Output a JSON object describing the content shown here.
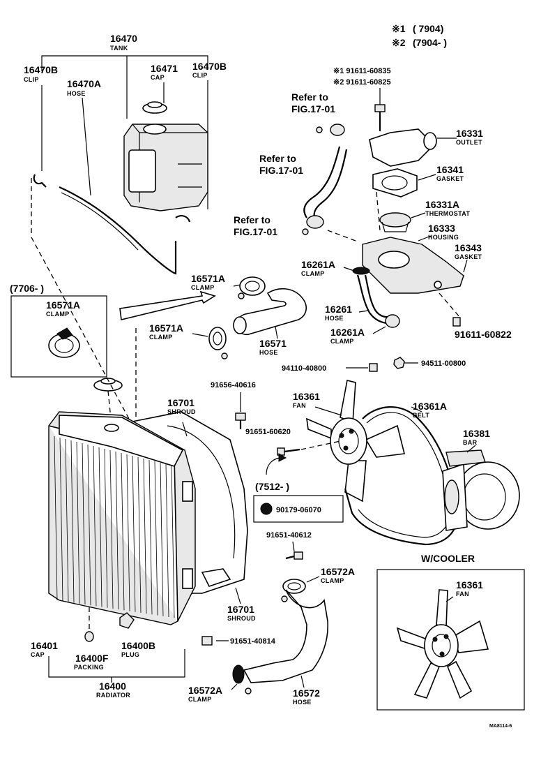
{
  "variants": {
    "v1_mark": "※1",
    "v1_range": "(          7904)",
    "v2_mark": "※2",
    "v2_range": "(7904-          )"
  },
  "bolt_notes": {
    "line1": "※1 91611-60835",
    "line2": "※2 91611-60825"
  },
  "parts": {
    "tank": {
      "num": "16470",
      "name": "TANK"
    },
    "clip_left": {
      "num": "16470B",
      "name": "CLIP"
    },
    "hose_tank": {
      "num": "16470A",
      "name": "HOSE"
    },
    "cap_tank": {
      "num": "16471",
      "name": "CAP"
    },
    "clip_right": {
      "num": "16470B",
      "name": "CLIP"
    },
    "outlet": {
      "num": "16331",
      "name": "OUTLET"
    },
    "gasket_outlet": {
      "num": "16341",
      "name": "GASKET"
    },
    "thermostat": {
      "num": "16331A",
      "name": "THERMOSTAT"
    },
    "housing": {
      "num": "16333",
      "name": "HOUSING"
    },
    "gasket_housing": {
      "num": "16343",
      "name": "GASKET"
    },
    "clamp_bypass_top": {
      "num": "16261A",
      "name": "CLAMP"
    },
    "hose_bypass": {
      "num": "16261",
      "name": "HOSE"
    },
    "clamp_bypass_bot": {
      "num": "16261A",
      "name": "CLAMP"
    },
    "bolt_housing": {
      "num": "91611-60822",
      "name": ""
    },
    "clamp_upper_top": {
      "num": "16571A",
      "name": "CLAMP"
    },
    "clamp_upper_box": {
      "num": "16571A",
      "name": "CLAMP"
    },
    "clamp_upper_mid": {
      "num": "16571A",
      "name": "CLAMP"
    },
    "hose_upper": {
      "num": "16571",
      "name": "HOSE"
    },
    "nut_a": {
      "num": "94110-40800",
      "name": ""
    },
    "nut_b": {
      "num": "94511-00800",
      "name": ""
    },
    "bolt_shroud_top": {
      "num": "91656-40616",
      "name": ""
    },
    "shroud_top": {
      "num": "16701",
      "name": "SHROUD"
    },
    "fan": {
      "num": "16361",
      "name": "FAN"
    },
    "belt": {
      "num": "16361A",
      "name": "BELT"
    },
    "bar": {
      "num": "16381",
      "name": "BAR"
    },
    "bolt_fan": {
      "num": "91651-60620",
      "name": ""
    },
    "washer": {
      "num": "90179-06070",
      "name": ""
    },
    "bolt_shroud_mid": {
      "num": "91651-40612",
      "name": ""
    },
    "clamp_lower_top": {
      "num": "16572A",
      "name": "CLAMP"
    },
    "shroud_bot": {
      "num": "16701",
      "name": "SHROUD"
    },
    "bolt_shroud_bot": {
      "num": "91651-40814",
      "name": ""
    },
    "cap_rad": {
      "num": "16401",
      "name": "CAP"
    },
    "packing": {
      "num": "16400F",
      "name": "PACKING"
    },
    "plug": {
      "num": "16400B",
      "name": "PLUG"
    },
    "radiator": {
      "num": "16400",
      "name": "RADIATOR"
    },
    "clamp_lower_bot": {
      "num": "16572A",
      "name": "CLAMP"
    },
    "hose_lower": {
      "num": "16572",
      "name": "HOSE"
    },
    "fan_cooler": {
      "num": "16361",
      "name": "FAN"
    }
  },
  "refs": {
    "ref1a": "Refer to",
    "ref1b": "FIG.17-01",
    "ref2a": "Refer to",
    "ref2b": "FIG.17-01",
    "ref3a": "Refer to",
    "ref3b": "FIG.17-01"
  },
  "ranges": {
    "box_clamp": "(7706-          )",
    "washer": "(7512-          )"
  },
  "headings": {
    "cooler": "W/COOLER"
  },
  "footer": {
    "code": "MA8114-6"
  },
  "colors": {
    "ink": "#000000",
    "paper": "#ffffff"
  }
}
